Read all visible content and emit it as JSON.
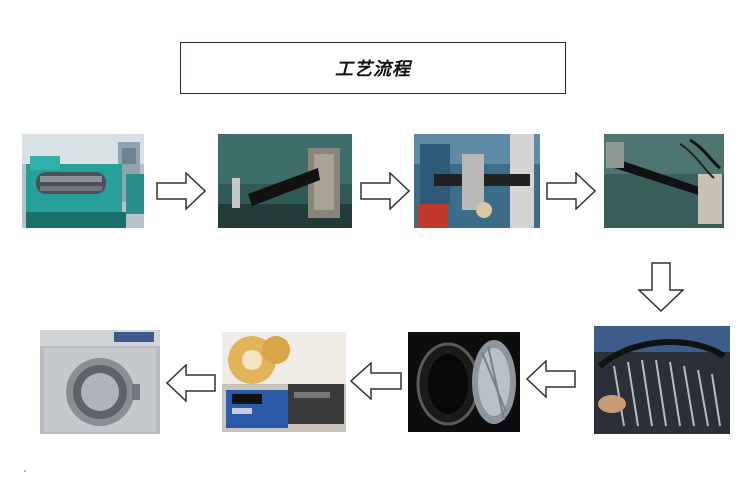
{
  "title": "工艺流程",
  "steps": [
    {
      "icon": "rubber-mixing-mill-icon"
    },
    {
      "icon": "rubber-strip-extrusion-icon"
    },
    {
      "icon": "strip-cutting-machine-icon"
    },
    {
      "icon": "strip-forming-icon"
    },
    {
      "icon": "mold-rack-icon"
    },
    {
      "icon": "vulcanizing-tank-icon"
    },
    {
      "icon": "automatic-cutting-machine-icon"
    },
    {
      "icon": "industrial-washing-machine-icon"
    }
  ],
  "flow_direction": [
    "right",
    "right",
    "right",
    "down",
    "left",
    "left",
    "left"
  ]
}
